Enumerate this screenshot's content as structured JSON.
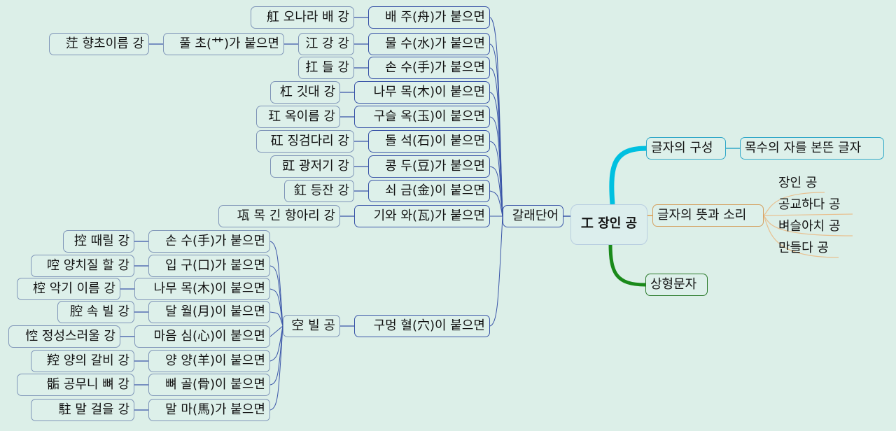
{
  "central": {
    "label": "工 장인 공"
  },
  "right_branches": {
    "composition": {
      "label": "글자의 구성",
      "child": "목수의 자를 본뜬 글자",
      "color": "#00c0e0"
    },
    "meaning": {
      "label": "글자의 뜻과 소리",
      "children": [
        "장인 공",
        "공교하다 공",
        "벼슬아치 공",
        "만들다 공"
      ],
      "color": "#e0b070"
    },
    "type": {
      "label": "상형문자",
      "color": "#1a8a1a"
    }
  },
  "derived": {
    "label": "갈래단어",
    "radicals": [
      {
        "radical": "배 주(舟)가 붙으면",
        "result": "舡 오나라 배 강"
      },
      {
        "radical": "물 수(水)가 붙으면",
        "result": "江 강 강",
        "sub_radical": "풀 초(艹)가 붙으면",
        "sub_result": "茳 향초이름 강"
      },
      {
        "radical": "손 수(手)가 붙으면",
        "result": "扛 들 강"
      },
      {
        "radical": "나무 목(木)이 붙으면",
        "result": "杠 깃대 강"
      },
      {
        "radical": "구슬 옥(玉)이 붙으면",
        "result": "玒 옥이름 강"
      },
      {
        "radical": "돌 석(石)이 붙으면",
        "result": "矼 징검다리 강"
      },
      {
        "radical": "콩 두(豆)가 붙으면",
        "result": "豇 광저기 강"
      },
      {
        "radical": "쇠 금(金)이 붙으면",
        "result": "釭 등잔 강"
      },
      {
        "radical": "기와 와(瓦)가 붙으면",
        "result": "瓨 목 긴 항아리 강"
      }
    ],
    "hole": {
      "radical": "구멍 혈(穴)이 붙으면",
      "result": "空 빌 공",
      "children": [
        {
          "radical": "손 수(手)가 붙으면",
          "result": "控 때릴 강"
        },
        {
          "radical": "입 구(口)가 붙으면",
          "result": "啌 양치질 할 강"
        },
        {
          "radical": "나무 목(木)이 붙으면",
          "result": "椌 악기 이름 강"
        },
        {
          "radical": "달 월(月)이 붙으면",
          "result": "腔 속 빌 강"
        },
        {
          "radical": "마음 심(心)이 붙으면",
          "result": "悾 정성스러울 강"
        },
        {
          "radical": "양 양(羊)이 붙으면",
          "result": "羫 양의 갈비 강"
        },
        {
          "radical": "뼈 골(骨)이 붙으면",
          "result": "骺 공무니 뼈 강"
        },
        {
          "radical": "말 마(馬)가 붙으면",
          "result": "駐 말 걸을 강"
        }
      ]
    }
  }
}
